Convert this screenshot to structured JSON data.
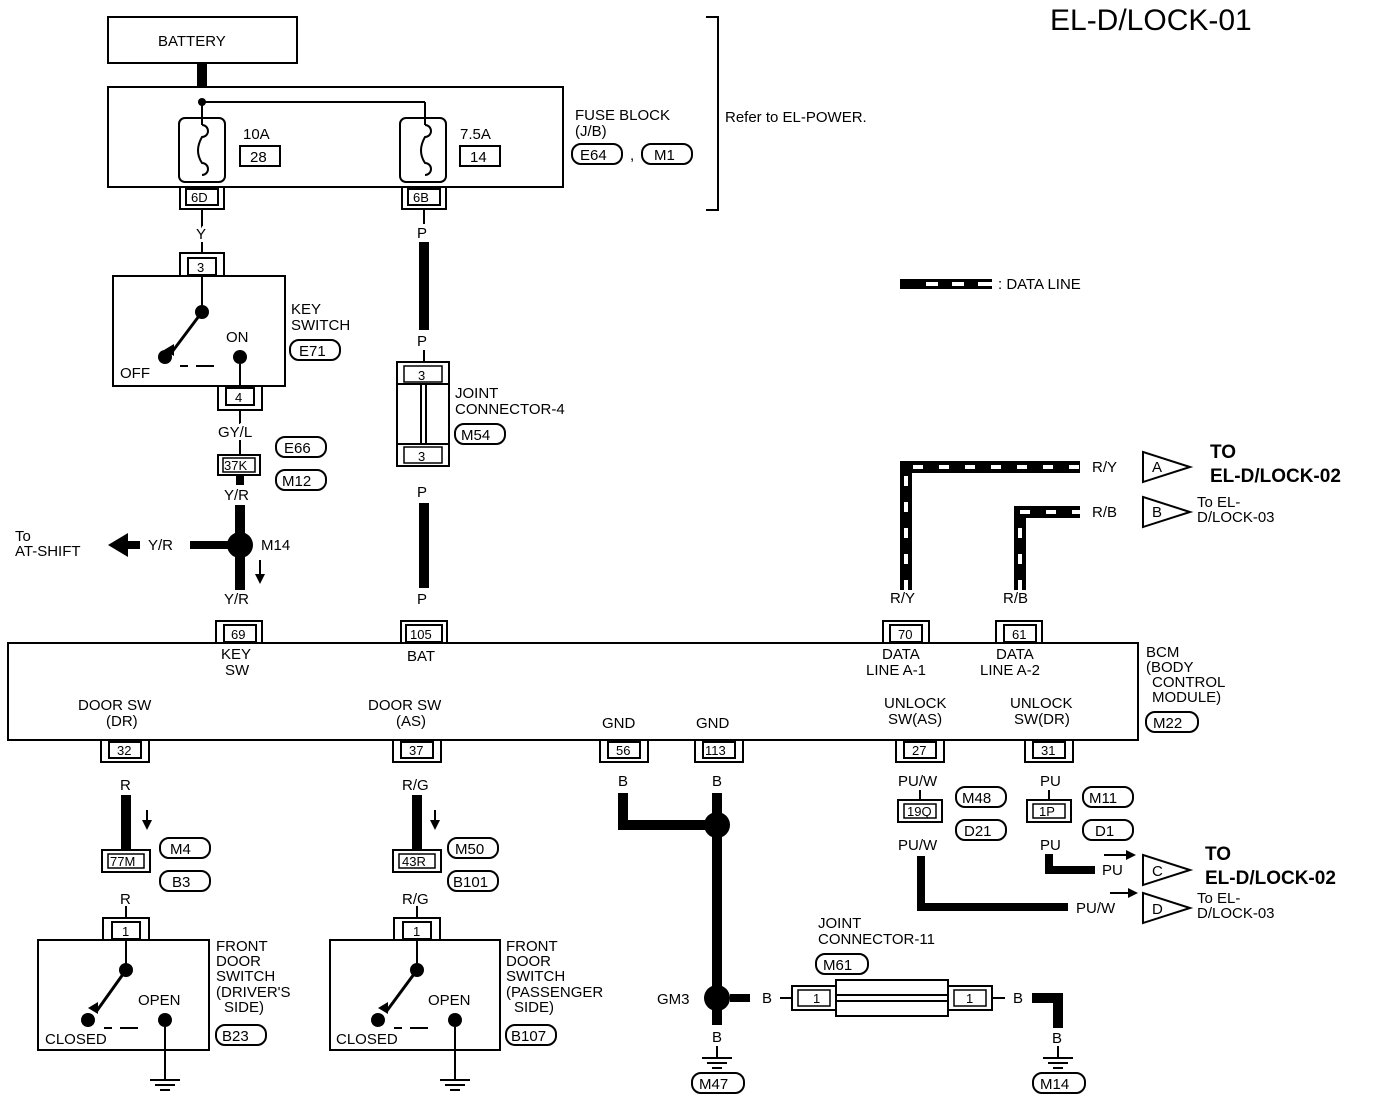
{
  "title": "EL-D/LOCK-01",
  "battery": "BATTERY",
  "fuse_block": {
    "label_line1": "FUSE BLOCK",
    "label_line2": "(J/B)",
    "connector_a": "E64",
    "comma": ",",
    "connector_b": "M1",
    "fuse1_rating": "10A",
    "fuse1_number": "28",
    "fuse2_rating": "7.5A",
    "fuse2_number": "14",
    "term_left": "6D",
    "term_right": "6B",
    "refer": "Refer to EL-POWER."
  },
  "legend": {
    "data_line": ": DATA LINE"
  },
  "key_switch": {
    "label_line1": "KEY",
    "label_line2": "SWITCH",
    "connector": "E71",
    "on": "ON",
    "off": "OFF",
    "term_top": "3",
    "term_bottom": "4"
  },
  "wires": {
    "y": "Y",
    "p1": "P",
    "p2": "P",
    "p3": "P",
    "p4": "P",
    "gyl": "GY/L",
    "yr1": "Y/R",
    "yr2": "Y/R",
    "yr3": "Y/R",
    "ry1": "R/Y",
    "ry2": "R/Y",
    "rb1": "R/B",
    "rb2": "R/B",
    "r1": "R",
    "r2": "R",
    "rg1": "R/G",
    "rg2": "R/G",
    "b1": "B",
    "b2": "B",
    "b3": "B",
    "b4": "B",
    "b5": "B",
    "b6": "B",
    "puw1": "PU/W",
    "puw2": "PU/W",
    "puw3": "PU/W",
    "pu1": "PU",
    "pu2": "PU",
    "pu3": "PU"
  },
  "connectors": {
    "e66": "E66",
    "c37k": "37K",
    "m12": "M12",
    "m14_splice": "M14",
    "m4": "M4",
    "b3": "B3",
    "c77m": "77M",
    "m50": "M50",
    "b101": "B101",
    "c43r": "43R",
    "m48": "M48",
    "d21": "D21",
    "c19q": "19Q",
    "m11": "M11",
    "d1": "D1",
    "c1p": "1P"
  },
  "joint4": {
    "label_line1": "JOINT",
    "label_line2": "CONNECTOR-4",
    "connector": "M54",
    "term_top": "3",
    "term_bottom": "3"
  },
  "at_shift": {
    "line1": "To",
    "line2": "AT-SHIFT"
  },
  "bcm": {
    "label_line1": "BCM",
    "label_line2": "(BODY",
    "label_line3": "CONTROL",
    "label_line4": "MODULE)",
    "connector": "M22",
    "t69": "69",
    "key_sw_1": "KEY",
    "key_sw_2": "SW",
    "t105": "105",
    "bat": "BAT",
    "t70": "70",
    "dla1_1": "DATA",
    "dla1_2": "LINE A-1",
    "t61": "61",
    "dla2_1": "DATA",
    "dla2_2": "LINE A-2",
    "t32": "32",
    "dsw_dr_1": "DOOR SW",
    "dsw_dr_2": "(DR)",
    "t37": "37",
    "dsw_as_1": "DOOR SW",
    "dsw_as_2": "(AS)",
    "t56": "56",
    "gnd1": "GND",
    "t113": "113",
    "gnd2": "GND",
    "t27": "27",
    "unl_as_1": "UNLOCK",
    "unl_as_2": "SW(AS)",
    "t31": "31",
    "unl_dr_1": "UNLOCK",
    "unl_dr_2": "SW(DR)"
  },
  "refs": {
    "a": "A",
    "b": "B",
    "c": "C",
    "d": "D",
    "to_lock02_a_1": "TO",
    "to_lock02_a_2": "EL-D/LOCK-02",
    "to_lock03_b_1": "To EL-",
    "to_lock03_b_2": "D/LOCK-03",
    "to_lock02_c_1": "TO",
    "to_lock02_c_2": "EL-D/LOCK-02",
    "to_lock03_d_1": "To EL-",
    "to_lock03_d_2": "D/LOCK-03"
  },
  "door_dr": {
    "l1": "FRONT",
    "l2": "DOOR",
    "l3": "SWITCH",
    "l4": "(DRIVER'S",
    "l5": "SIDE)",
    "connector": "B23",
    "open": "OPEN",
    "closed": "CLOSED",
    "term": "1"
  },
  "door_as": {
    "l1": "FRONT",
    "l2": "DOOR",
    "l3": "SWITCH",
    "l4": "(PASSENGER",
    "l5": "SIDE)",
    "connector": "B107",
    "open": "OPEN",
    "closed": "CLOSED",
    "term": "1"
  },
  "joint11": {
    "label_line1": "JOINT",
    "label_line2": "CONNECTOR-11",
    "connector": "M61",
    "term_left": "1",
    "term_right": "1"
  },
  "ground": {
    "gm3": "GM3",
    "m47": "M47",
    "m14": "M14"
  }
}
